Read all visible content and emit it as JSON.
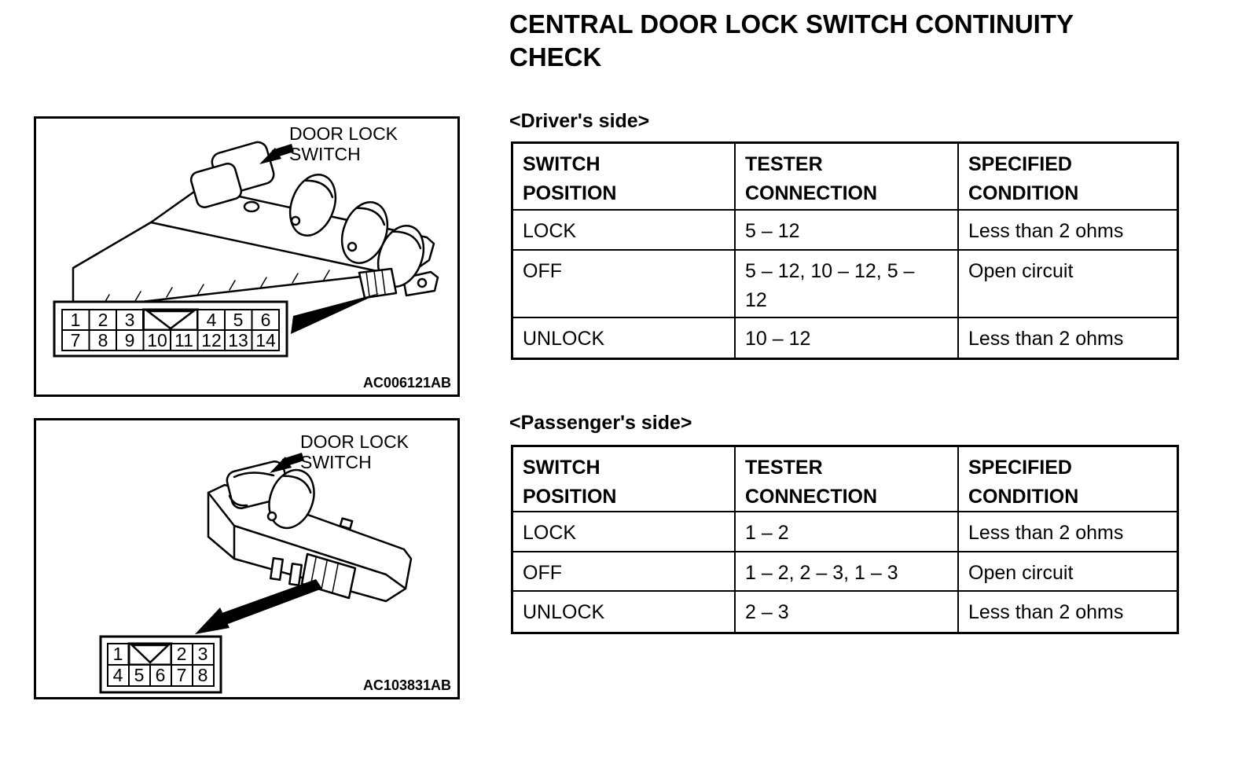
{
  "title": {
    "lines": [
      "CENTRAL DOOR LOCK SWITCH CONTINUITY",
      "CHECK"
    ]
  },
  "colors": {
    "ink": "#000000",
    "paper": "#ffffff"
  },
  "sections": {
    "driver": {
      "heading": "<Driver's side>",
      "table": {
        "headers": [
          "SWITCH\nPOSITION",
          "TESTER\nCONNECTION",
          "SPECIFIED\nCONDITION"
        ],
        "rows": [
          [
            "LOCK",
            "5 – 12",
            "Less than 2 ohms"
          ],
          [
            "OFF",
            "5 – 12, 10 – 12, 5 – 12",
            "Open circuit"
          ],
          [
            "UNLOCK",
            "10 – 12",
            "Less than 2 ohms"
          ]
        ]
      }
    },
    "passenger": {
      "heading": "<Passenger's side>",
      "table": {
        "headers": [
          "SWITCH\nPOSITION",
          "TESTER\nCONNECTION",
          "SPECIFIED\nCONDITION"
        ],
        "rows": [
          [
            "LOCK",
            "1 – 2",
            "Less than 2 ohms"
          ],
          [
            "OFF",
            "1 – 2, 2 – 3, 1 – 3",
            "Open circuit"
          ],
          [
            "UNLOCK",
            "2 – 3",
            "Less than 2 ohms"
          ]
        ]
      }
    }
  },
  "fig1": {
    "label": "DOOR LOCK\nSWITCH",
    "caption": "AC006121AB",
    "pins": {
      "top": [
        "1",
        "2",
        "3",
        "4",
        "5",
        "6"
      ],
      "bottom": [
        "7",
        "8",
        "9",
        "10",
        "11",
        "12",
        "13",
        "14"
      ]
    }
  },
  "fig2": {
    "label": "DOOR LOCK\nSWITCH",
    "caption": "AC103831AB",
    "pins": {
      "top": [
        "1",
        "2",
        "3"
      ],
      "bottom": [
        "4",
        "5",
        "6",
        "7",
        "8"
      ]
    }
  }
}
